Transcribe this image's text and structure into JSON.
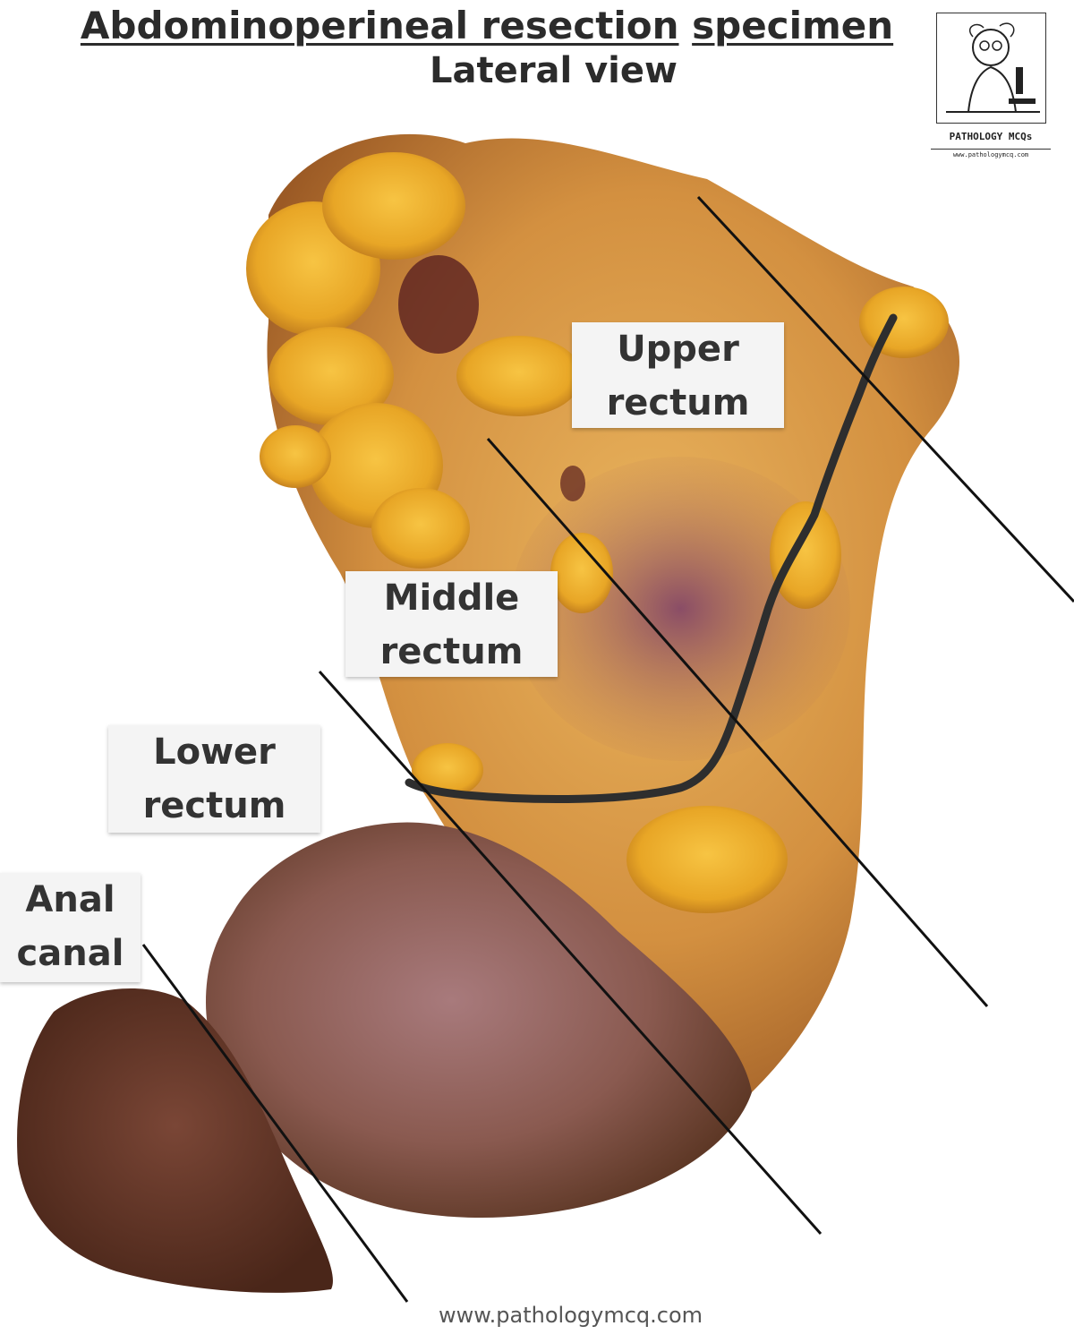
{
  "header": {
    "title_part1": "Abdominoperineal resection",
    "title_part2": "specimen",
    "subtitle": "Lateral view"
  },
  "labels": {
    "upper_line1": "Upper",
    "upper_line2": "rectum",
    "middle_line1": "Middle",
    "middle_line2": "rectum",
    "lower_line1": "Lower",
    "lower_line2": "rectum",
    "anal_line1": "Anal",
    "anal_line2": "canal"
  },
  "logo": {
    "title": "PATHOLOGY MCQs",
    "url": "www.pathologymcq.com"
  },
  "footer": {
    "url": "www.pathologymcq.com"
  },
  "colors": {
    "fat_yellow": "#e8a626",
    "tissue_orange": "#d9963e",
    "mucosa_purple": "#8f5a6a",
    "anal_brown": "#6e3b2a",
    "line_black": "#111111",
    "margin_line": "#2e2e2e"
  }
}
